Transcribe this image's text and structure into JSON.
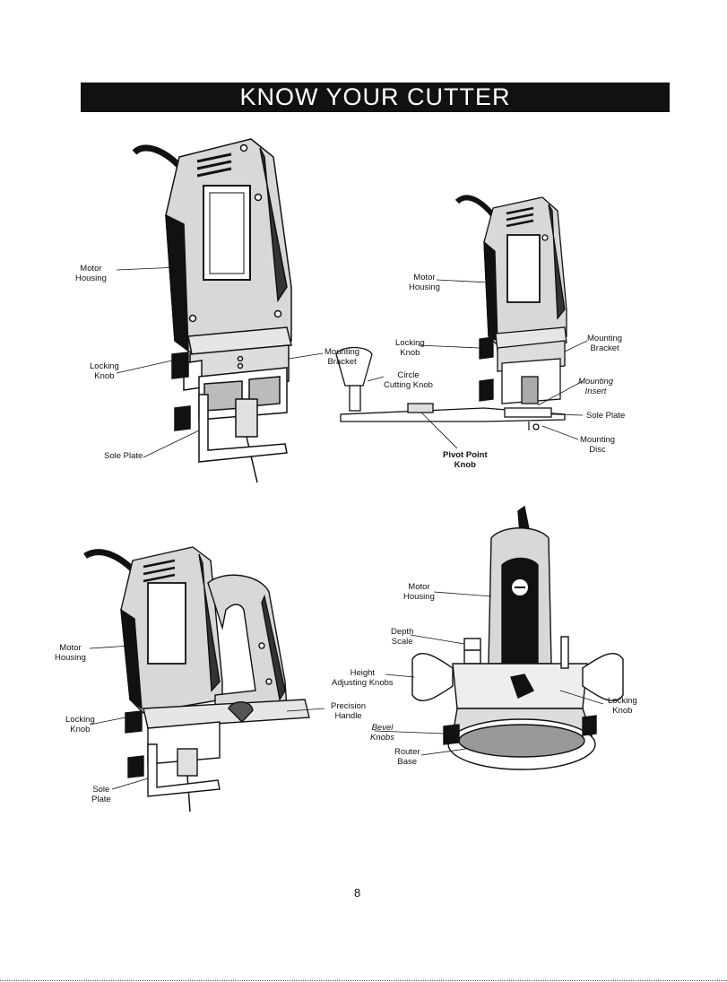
{
  "page": {
    "title": "KNOW YOUR CUTTER",
    "page_number": "8"
  },
  "colors": {
    "ink": "#111111",
    "paper": "#ffffff",
    "tool_grey": "#d8d8d8"
  },
  "figures": {
    "cutter": {
      "labels": {
        "motor_housing": [
          "Motor",
          "Housing"
        ],
        "locking_knob": [
          "Locking",
          "Knob"
        ],
        "sole_plate": [
          "Sole Plate"
        ]
      }
    },
    "circle_cutting": {
      "labels": {
        "motor_housing": [
          "Motor",
          "Housing"
        ],
        "locking_knob": [
          "Locking",
          "Knob"
        ],
        "mounting_bracket_left": [
          "Mounting",
          "Bracket"
        ],
        "circle_cutting_knob": [
          "Circle",
          "Cutting Knob"
        ],
        "pivot_point_knob": [
          "Pivot Point",
          "Knob"
        ],
        "mounting_bracket_right": [
          "Mounting",
          "Bracket"
        ],
        "mounting_insert": [
          "Mounting",
          "Insert"
        ],
        "sole_plate": [
          "Sole Plate"
        ],
        "mounting_disc": [
          "Mounting",
          "Disc"
        ]
      }
    },
    "handle": {
      "labels": {
        "motor_housing": [
          "Motor",
          "Housing"
        ],
        "locking_knob": [
          "Locking",
          "Knob"
        ],
        "sole_plate": [
          "Sole",
          "Plate"
        ]
      }
    },
    "router": {
      "labels": {
        "motor_housing": [
          "Motor",
          "Housing"
        ],
        "depth_scale": [
          "Depth",
          "Scale"
        ],
        "height_adjusting_knobs": [
          "Height",
          "Adjusting Knobs"
        ],
        "precision_handle": [
          "Precision",
          "Handle"
        ],
        "bevel_knobs": [
          "Bevel",
          "Knobs"
        ],
        "router_base": [
          "Router",
          "Base"
        ],
        "locking_knob": [
          "Locking",
          "Knob"
        ]
      }
    }
  }
}
